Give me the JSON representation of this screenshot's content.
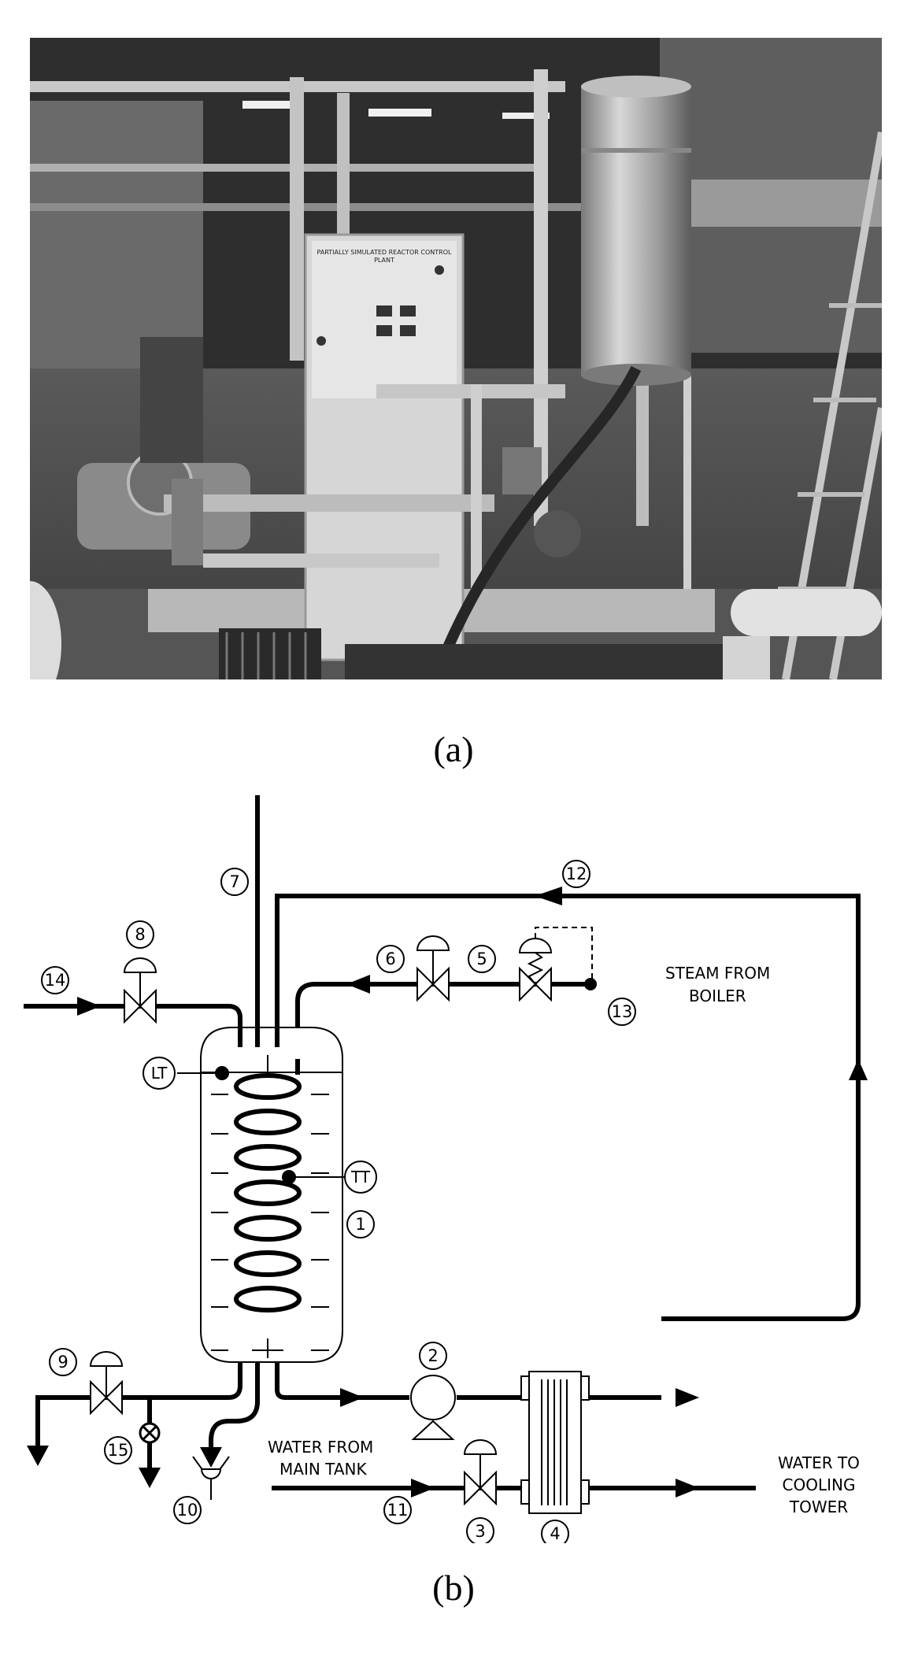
{
  "figure": {
    "caption_a": "(a)",
    "caption_b": "(b)"
  },
  "photo": {
    "icon": "industrial-plant-photo",
    "panel_label_1": "PARTIALLY SIMULATED REACTOR CONTROL",
    "panel_label_2": "PLANT"
  },
  "schematic": {
    "labels": {
      "steam_line1": "STEAM FROM",
      "steam_line2": "BOILER",
      "water_in_line1": "WATER FROM",
      "water_in_line2": "MAIN TANK",
      "water_out_line1": "WATER TO",
      "water_out_line2": "COOLING",
      "water_out_line3": "TOWER",
      "lt": "LT",
      "tt": "TT"
    },
    "numbers": {
      "n1": "1",
      "n2": "2",
      "n3": "3",
      "n4": "4",
      "n5": "5",
      "n6": "6",
      "n7": "7",
      "n8": "8",
      "n9": "9",
      "n10": "10",
      "n11": "11",
      "n12": "12",
      "n13": "13",
      "n14": "14",
      "n15": "15"
    }
  }
}
